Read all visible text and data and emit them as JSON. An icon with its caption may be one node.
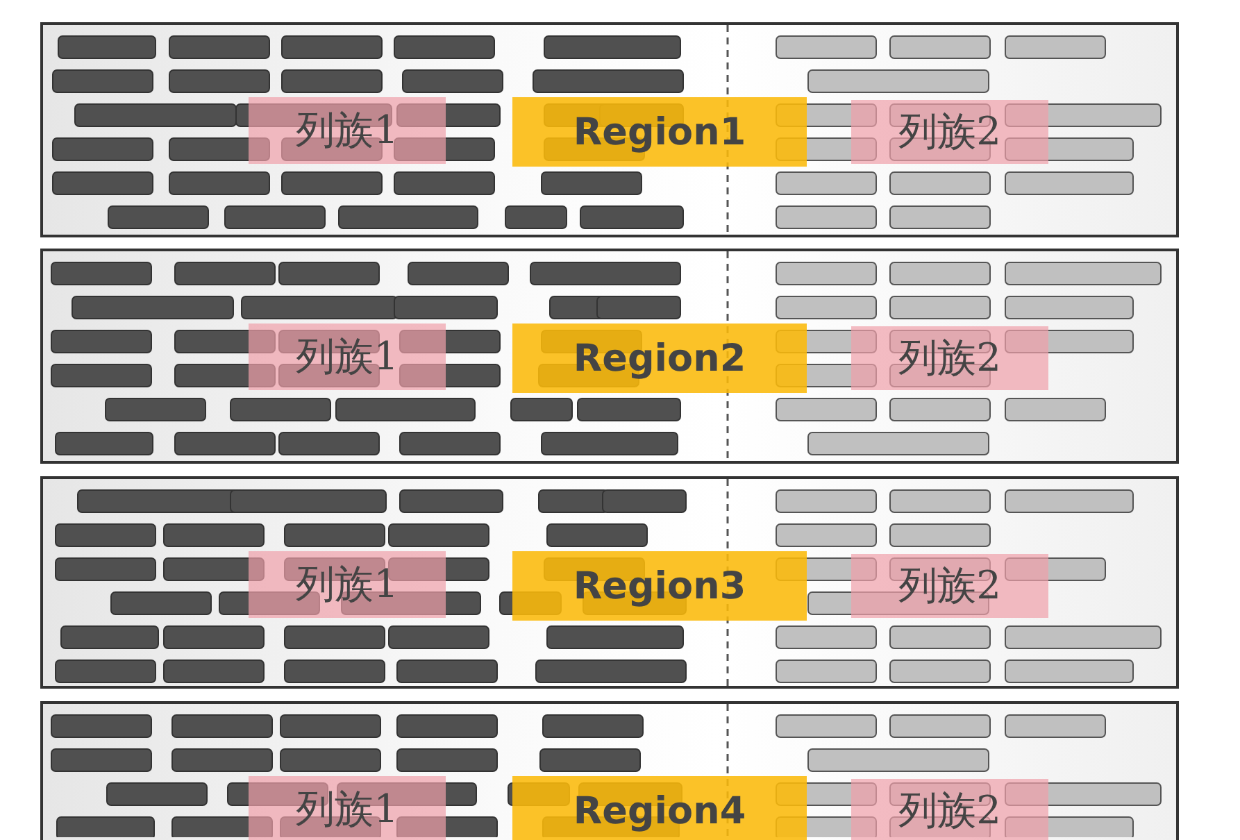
{
  "diagram": {
    "nodes": [
      {
        "text": [],
        "shape": "box"
      },
      {
        "text": [
          "列族1"
        ],
        "in": 0
      },
      {
        "text": [
          "Region1"
        ],
        "in": 0
      },
      {
        "text": [
          "列族2"
        ],
        "in": 0
      },
      {
        "text": [],
        "shape": "box"
      },
      {
        "text": [
          "列族1"
        ],
        "in": 4
      },
      {
        "text": [
          "Region2"
        ],
        "in": 4
      },
      {
        "text": [
          "列族2"
        ],
        "in": 4
      },
      {
        "text": [],
        "shape": "box"
      },
      {
        "text": [
          "列族1"
        ],
        "in": 8
      },
      {
        "text": [
          "Region3"
        ],
        "in": 8
      },
      {
        "text": [
          "列族2"
        ],
        "in": 8
      },
      {
        "text": [],
        "shape": "box"
      },
      {
        "text": [
          "列族1"
        ],
        "in": 12
      },
      {
        "text": [
          "Region4"
        ],
        "in": 12
      },
      {
        "text": [
          "列族2"
        ],
        "in": 12
      }
    ]
  }
}
